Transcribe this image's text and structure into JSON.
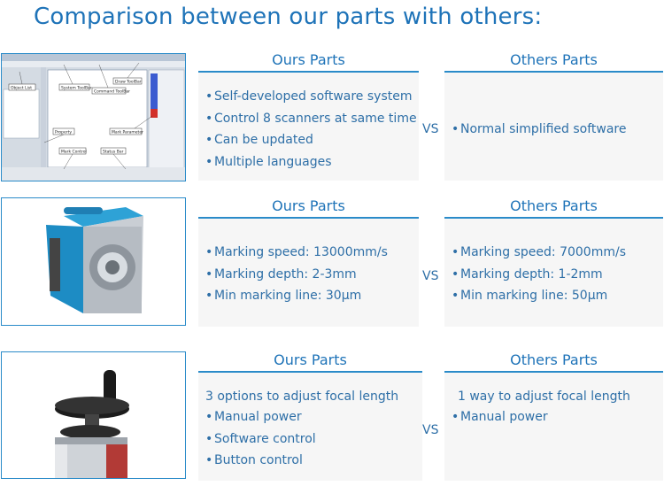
{
  "page": {
    "title": "Comparison between our parts with others:"
  },
  "rows": [
    {
      "ours": {
        "title": "Ours Parts",
        "items": [
          "Self-developed software system",
          "Control 8 scanners at same time",
          "Can be updated",
          "Multiple languages"
        ]
      },
      "vs": "VS",
      "others": {
        "title": "Others Parts",
        "items": [
          "Normal simplified software"
        ]
      },
      "image_labels": [
        "Object List",
        "System ToolBar",
        "Command ToolBar",
        "Draw ToolBar",
        "Property",
        "Mark Parameter",
        "Mark Control",
        "Status Bar"
      ]
    },
    {
      "ours": {
        "title": "Ours Parts",
        "items": [
          "Marking speed: 13000mm/s",
          "Marking depth: 2-3mm",
          "Min marking line: 30μm"
        ]
      },
      "vs": "VS",
      "others": {
        "title": "Others Parts",
        "items": [
          "Marking speed: 7000mm/s",
          "Marking depth: 1-2mm",
          "Min marking line: 50μm"
        ]
      }
    },
    {
      "ours": {
        "title": "Ours Parts",
        "lead": "3 options to adjust focal length",
        "items": [
          "Manual power",
          "Software control",
          "Button control"
        ]
      },
      "vs": "VS",
      "others": {
        "title": "Others Parts",
        "lead": "1 way to adjust focal length",
        "items": [
          "Manual power"
        ]
      }
    }
  ],
  "colors": {
    "accent": "#2a8bc9",
    "text": "#2e6fa7",
    "title": "#1e73b8",
    "panel_bg": "#f6f6f6"
  },
  "icons": [
    "bullet-dot"
  ]
}
